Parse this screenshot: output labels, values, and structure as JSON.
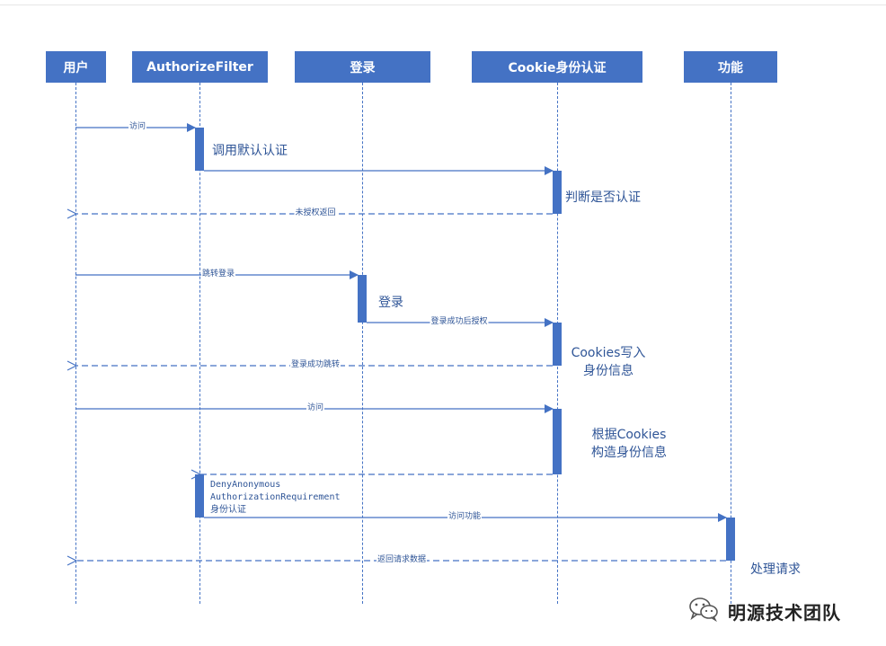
{
  "participants": [
    {
      "id": "user",
      "label": "用户"
    },
    {
      "id": "filter",
      "label": "AuthorizeFilter"
    },
    {
      "id": "login",
      "label": "登录"
    },
    {
      "id": "cookie",
      "label": "Cookie身份认证"
    },
    {
      "id": "feature",
      "label": "功能"
    }
  ],
  "messages": [
    {
      "label": "访问",
      "from": "user",
      "to": "filter",
      "style": "solid"
    },
    {
      "label": "",
      "from": "filter",
      "to": "cookie",
      "style": "solid"
    },
    {
      "label": "未授权返回",
      "from": "cookie",
      "to": "user",
      "style": "dashed"
    },
    {
      "label": "跳转登录",
      "from": "user",
      "to": "login",
      "style": "solid"
    },
    {
      "label": "登录成功后授权",
      "from": "login",
      "to": "cookie",
      "style": "solid"
    },
    {
      "label": "登录成功跳转",
      "from": "cookie",
      "to": "user",
      "style": "dashed"
    },
    {
      "label": "访问",
      "from": "user",
      "to": "cookie",
      "style": "solid"
    },
    {
      "label": "",
      "from": "cookie",
      "to": "filter",
      "style": "dashed"
    },
    {
      "label": "访问功能",
      "from": "filter",
      "to": "feature",
      "style": "solid"
    },
    {
      "label": "返回请求数据",
      "from": "feature",
      "to": "user",
      "style": "dashed"
    }
  ],
  "notes": {
    "call_default_auth": "调用默认认证",
    "judge_auth": "判断是否认证",
    "login": "登录",
    "cookies_write_line1": "Cookies写入",
    "cookies_write_line2": "身份信息",
    "build_identity_line1": "根据Cookies",
    "build_identity_line2": "构造身份信息",
    "deny_line1": "DenyAnonymous",
    "deny_line2": "AuthorizationRequirement",
    "deny_line3": "身份认证",
    "process_request": "处理请求"
  },
  "watermark": {
    "text": "明源技术团队",
    "icon": "wechat-icon"
  },
  "colors": {
    "primary": "#4472c4",
    "text": "#2f5597"
  }
}
